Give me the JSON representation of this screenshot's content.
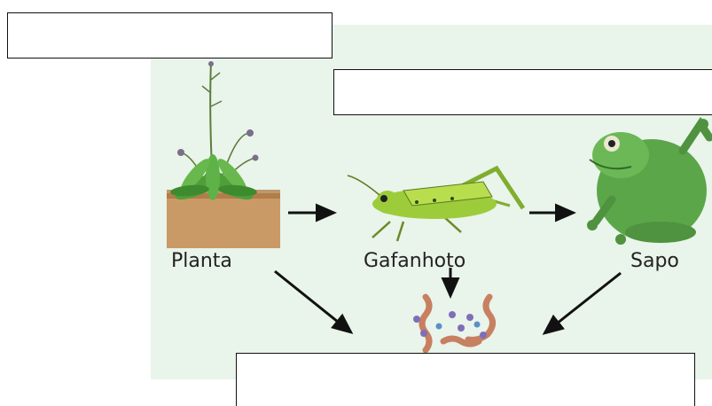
{
  "diagram": {
    "organisms": {
      "plant": {
        "label": "Planta"
      },
      "grasshopper": {
        "label": "Gafanhoto"
      },
      "frog": {
        "label": "Sapo"
      }
    },
    "answer_boxes": {
      "top_left": "",
      "top_right": "",
      "bottom": ""
    },
    "colors": {
      "panel_bg": "#e9f4ea",
      "arrow": "#111111",
      "plant_green": "#4f9e3a",
      "soil": "#c48a4f",
      "grasshopper": "#9ccc3a",
      "frog": "#5ca64a"
    }
  }
}
